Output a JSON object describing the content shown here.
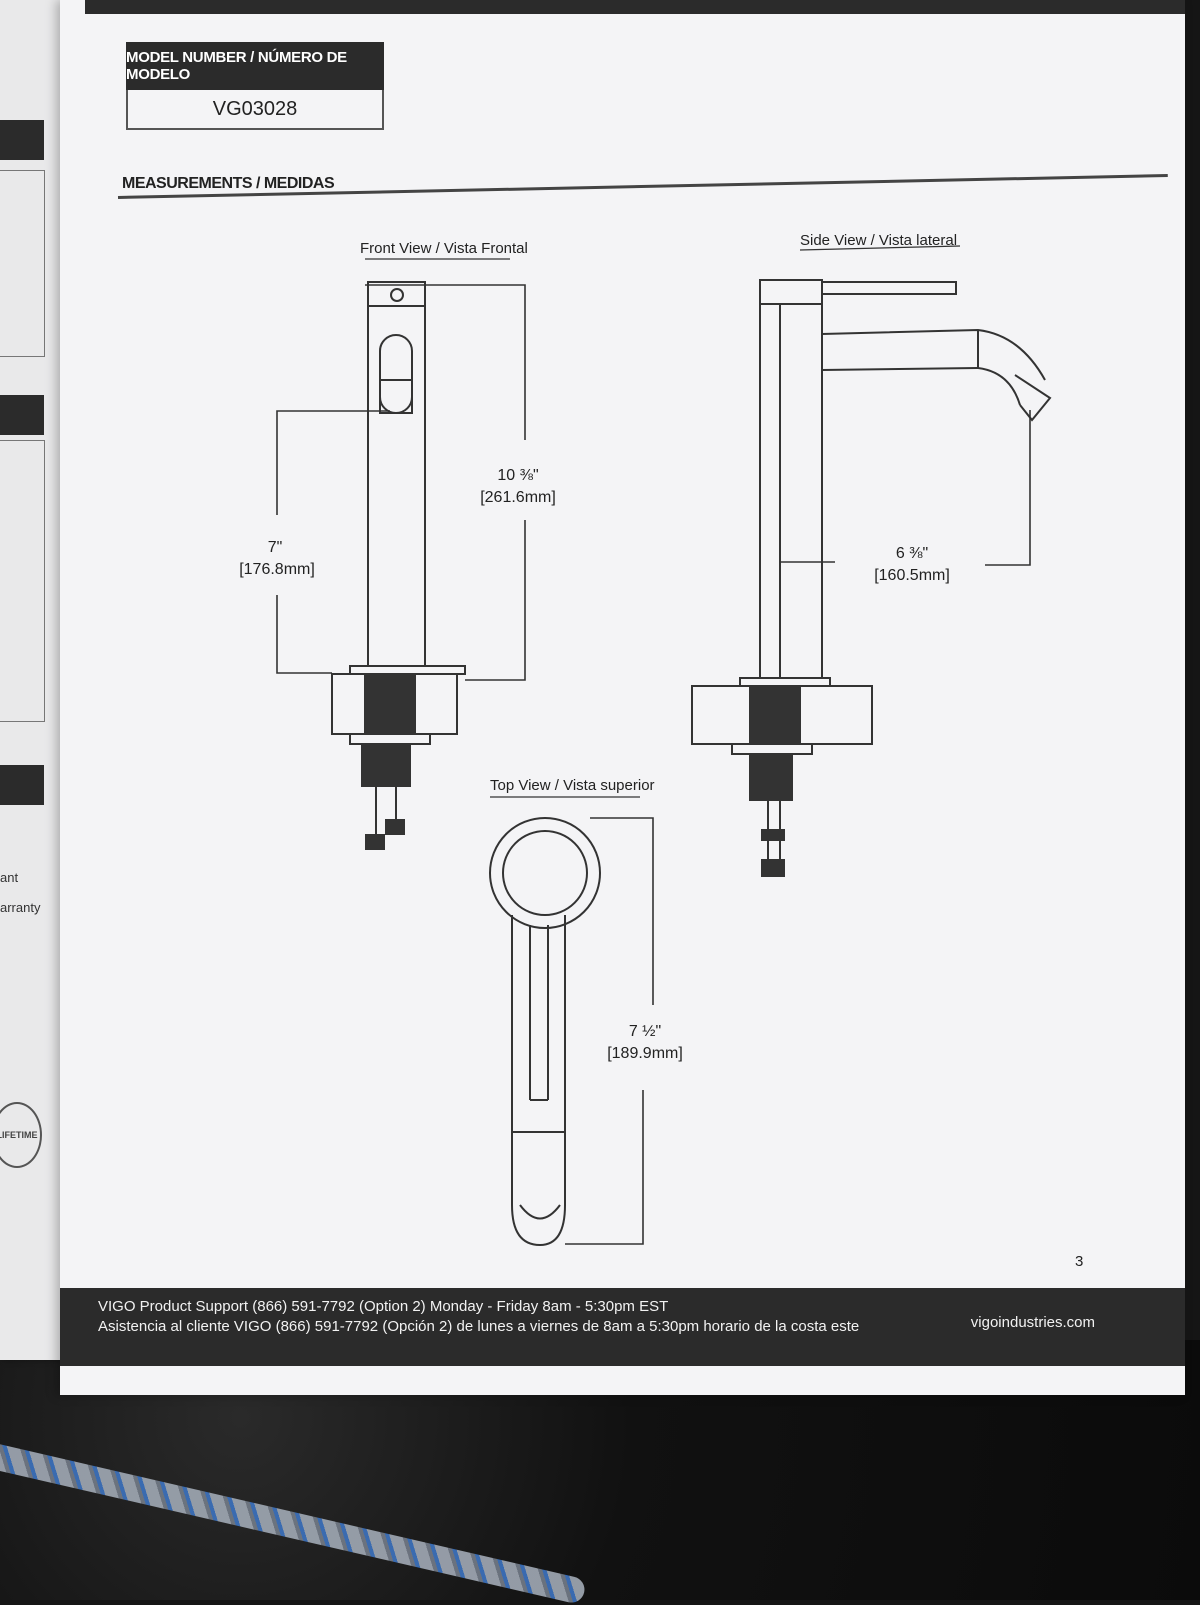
{
  "model": {
    "header": "MODEL NUMBER / NÚMERO DE MODELO",
    "number": "VG03028"
  },
  "measurements": {
    "title": "MEASUREMENTS / MEDIDAS",
    "front_view": {
      "title": "Front View / Vista Frontal",
      "dim_height_in": "10 ⅜\"",
      "dim_height_mm": "[261.6mm]",
      "dim_spout_in": "7\"",
      "dim_spout_mm": "[176.8mm]"
    },
    "side_view": {
      "title": "Side View / Vista lateral",
      "dim_reach_in": "6 ⅜\"",
      "dim_reach_mm": "[160.5mm]"
    },
    "top_view": {
      "title": "Top View / Vista superior",
      "dim_length_in": "7 ½\"",
      "dim_length_mm": "[189.9mm]"
    }
  },
  "page_number": "3",
  "footer": {
    "support_en": "VIGO Product Support  (866) 591-7792 (Option 2) Monday - Friday 8am - 5:30pm EST",
    "support_es": "Asistencia al cliente VIGO (866) 591-7792 (Opción 2) de lunes a viernes de 8am a 5:30pm horario de la costa este",
    "website": "vigoindustries.com"
  },
  "underlying_page": {
    "fragment_1": "ant",
    "fragment_2": "arranty",
    "seal_text": "LIFETIME"
  },
  "colors": {
    "dark_band": "#2b2b2b",
    "paper": "#f4f4f6",
    "line": "#333333"
  }
}
